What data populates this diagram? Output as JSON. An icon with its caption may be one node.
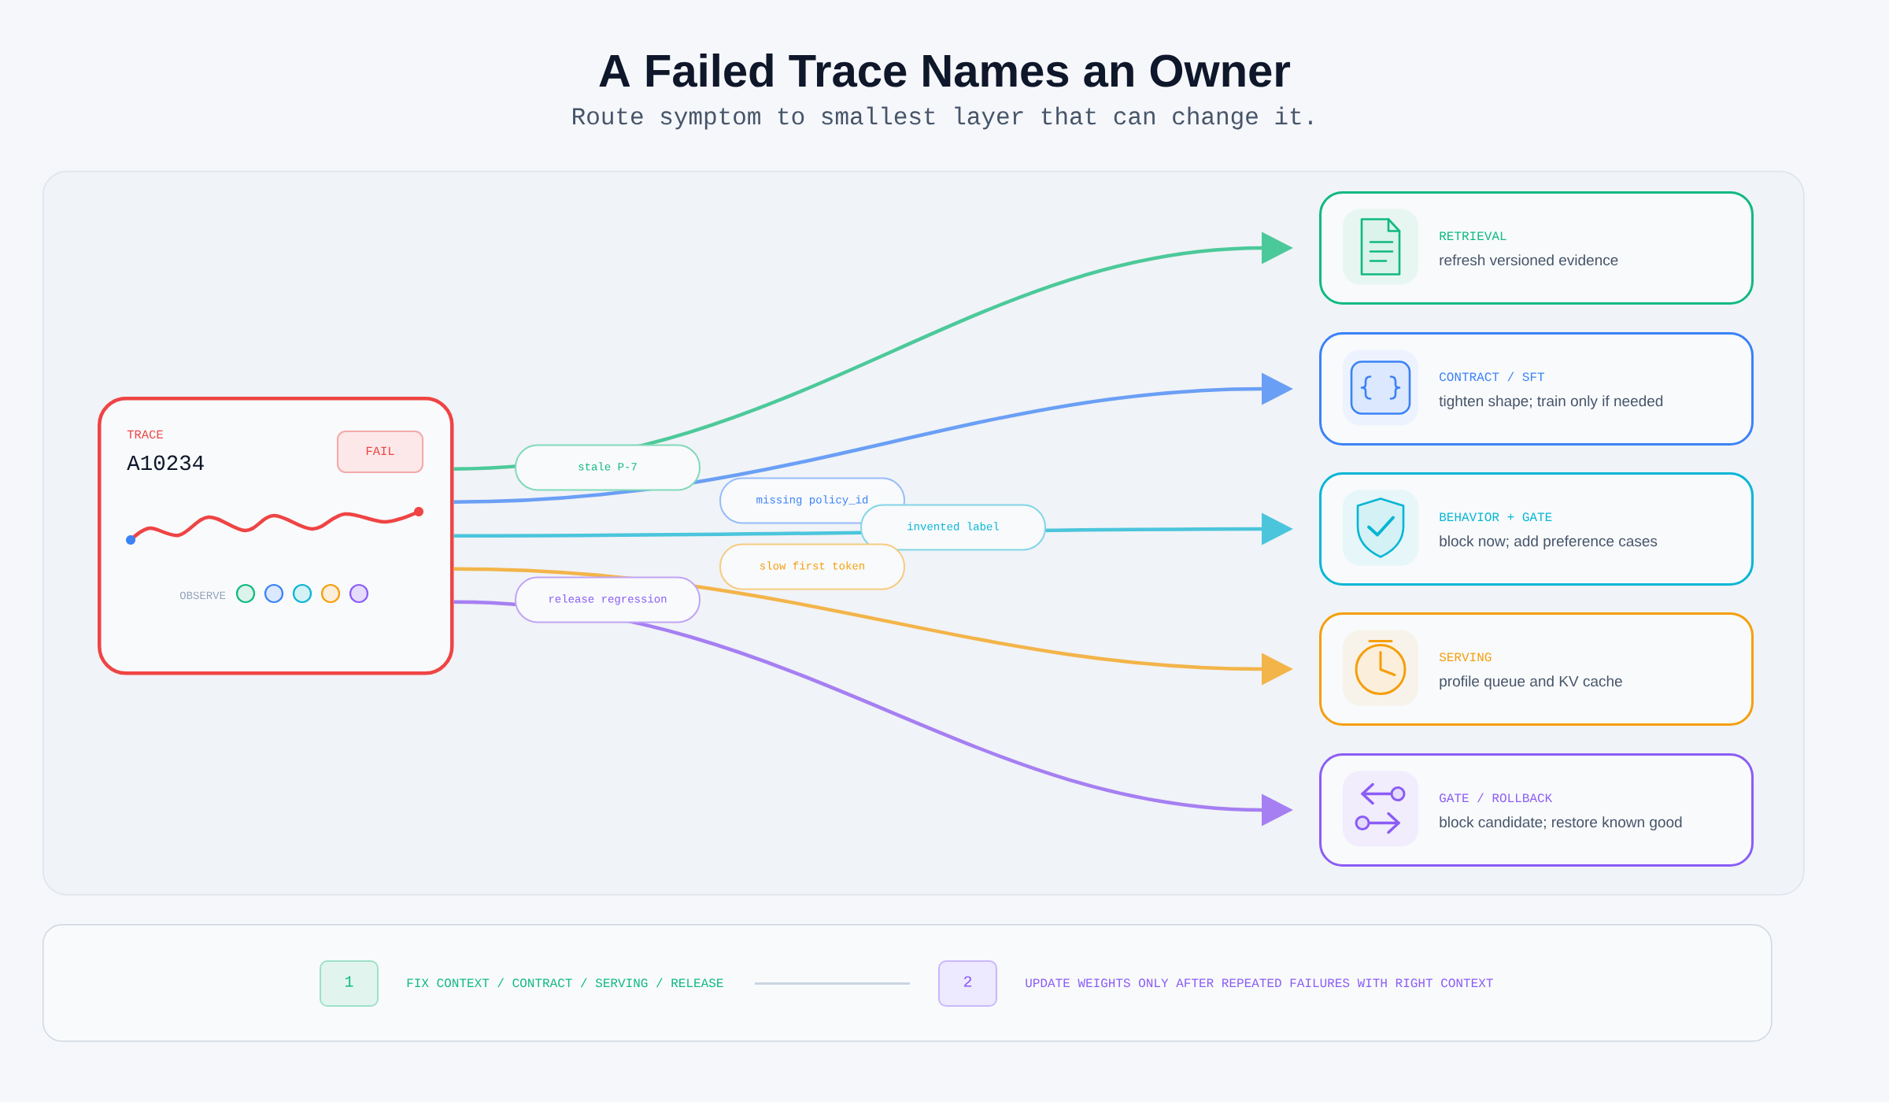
{
  "diagram": {
    "title": "A Failed Trace Names an Owner",
    "nodes": [
      {
        "text": [],
        "shape": "box"
      },
      {
        "text": [
          "TRACE",
          "A10234",
          "OBSERVE"
        ],
        "in": 0
      },
      {
        "text": [
          "FAIL"
        ],
        "in": 1
      },
      {
        "text": [
          "RETRIEVAL",
          "refresh versioned evidence"
        ],
        "in": 0
      },
      {
        "text": [
          "CONTRACT / SFT",
          "tighten shape; train only if needed"
        ],
        "in": 0
      },
      {
        "text": [
          "BEHAVIOR + GATE",
          "block now; add preference cases"
        ],
        "in": 0
      },
      {
        "text": [
          "SERVING",
          "profile queue and KV cache"
        ],
        "in": 0
      },
      {
        "text": [
          "GATE / ROLLBACK",
          "block candidate; restore known good"
        ],
        "in": 0
      },
      {
        "text": [],
        "shape": "box"
      },
      {
        "text": [
          "1"
        ],
        "in": 8,
        "beside": [
          "FIX CONTEXT / CONTRACT / SERVING / RELEASE"
        ]
      },
      {
        "text": [
          "2"
        ],
        "in": 8,
        "beside": [
          "UPDATE WEIGHTS ONLY AFTER REPEATED FAILURES WITH RIGHT CONTEXT"
        ]
      }
    ],
    "edges": [
      {
        "from": 1,
        "to": 3,
        "arrow": "to",
        "label": "stale P-7",
        "color": "#4cc99a"
      },
      {
        "from": 1,
        "to": 4,
        "arrow": "to",
        "label": "missing policy_id",
        "color": "#6a9ff6"
      },
      {
        "from": 1,
        "to": 5,
        "arrow": "to",
        "label": "invented label",
        "color": "#4bc5dc"
      },
      {
        "from": 1,
        "to": 6,
        "arrow": "to",
        "label": "slow first token",
        "color": "#f3b449"
      },
      {
        "from": 1,
        "to": 7,
        "arrow": "to",
        "label": "release regression",
        "color": "#a67ff2"
      },
      {
        "from": 9,
        "to": 10,
        "arrow": "none",
        "color": "#cbd5e1"
      }
    ],
    "labels": [
      "Route symptom to smallest layer that can change it."
    ]
  }
}
